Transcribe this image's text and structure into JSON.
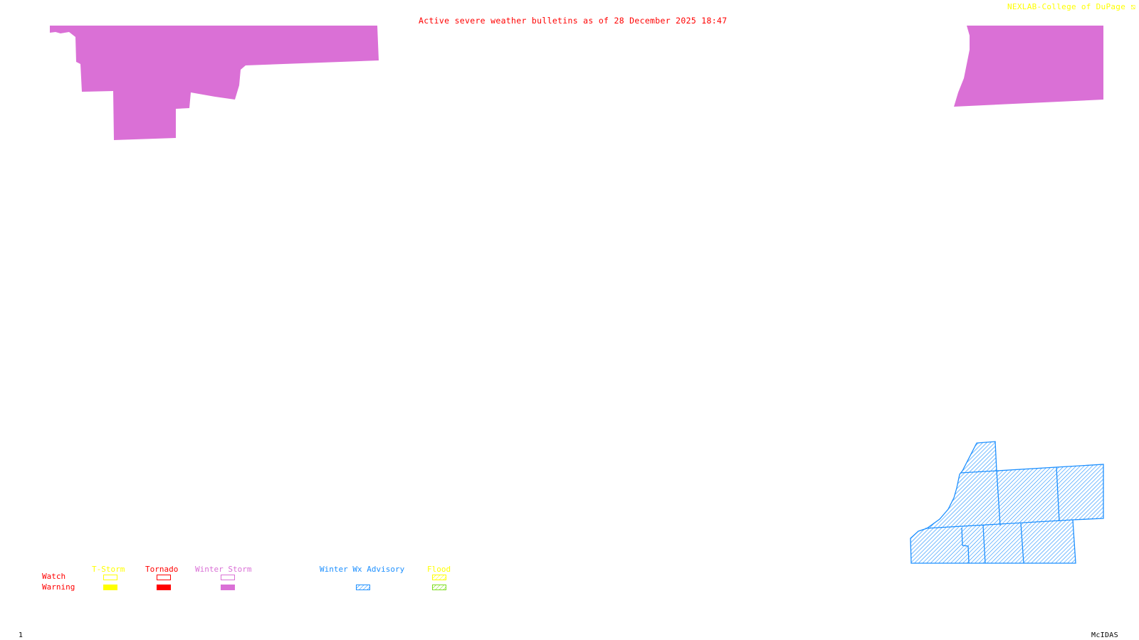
{
  "header": {
    "title": "Active severe weather bulletins as of 28 December 2025 18:47",
    "credit": "NEXLAB-College of DuPage",
    "credit_icon": "corner-logo-icon"
  },
  "footer": {
    "frame_number": "1",
    "software": "McIDAS"
  },
  "colors": {
    "title": "#ff0000",
    "credit": "#ffff00",
    "tstorm": "#ffff00",
    "tornado": "#ff0000",
    "winter_storm": "#da70d6",
    "winter_wx_advisory": "#1e90ff",
    "flood_watch": "#ffff00",
    "flood_warning": "#7fdd1e",
    "row_labels": "#ff0000"
  },
  "legend": {
    "rows": [
      "Watch",
      "Warning"
    ],
    "columns": [
      {
        "key": "tstorm",
        "label": "T-Storm",
        "watch": "outline",
        "warning": "solid"
      },
      {
        "key": "tornado",
        "label": "Tornado",
        "watch": "outline",
        "warning": "solid"
      },
      {
        "key": "winter_storm",
        "label": "Winter Storm",
        "watch": "outline",
        "warning": "solid"
      },
      {
        "key": "winter_wx_advisory",
        "label": "Winter Wx Advisory",
        "watch": null,
        "warning": "hatched"
      },
      {
        "key": "flood",
        "label": "Flood",
        "watch": "hatched",
        "warning": "hatched"
      }
    ]
  },
  "active_areas": [
    {
      "name": "Winter Storm Warning area (northwest)",
      "type": "winter_storm",
      "style": "solid"
    },
    {
      "name": "Winter Storm Warning area (northeast)",
      "type": "winter_storm",
      "style": "solid"
    },
    {
      "name": "Winter Weather Advisory area (southeast)",
      "type": "winter_wx_advisory",
      "style": "hatched",
      "zone_count": 8
    }
  ]
}
